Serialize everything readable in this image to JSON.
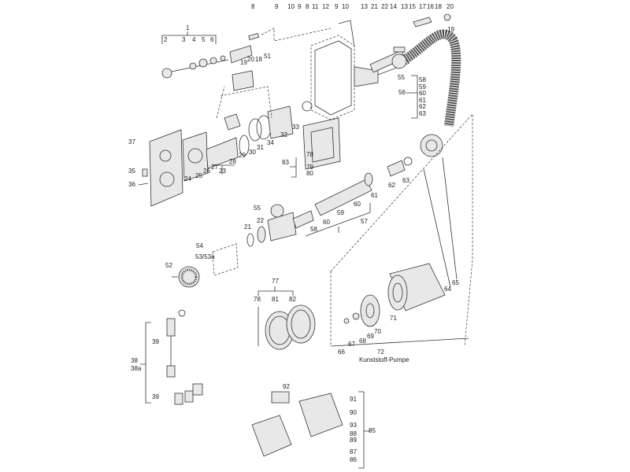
{
  "diagram": {
    "labels_top": [
      "8",
      "9",
      "10",
      "9",
      "8",
      "11",
      "12",
      "9",
      "10",
      "13",
      "21",
      "22",
      "14",
      "13",
      "15",
      "17",
      "16",
      "18",
      "20",
      "19"
    ],
    "labels_group1": [
      "1",
      "2",
      "3",
      "4",
      "5",
      "6"
    ],
    "labels_valve": [
      "19",
      "20",
      "18",
      "51"
    ],
    "labels_hose": [
      "55",
      "58",
      "59",
      "60",
      "61",
      "62",
      "63",
      "56"
    ],
    "labels_flange": [
      "37",
      "35",
      "36",
      "24",
      "25",
      "26",
      "27",
      "23",
      "28",
      "29",
      "30",
      "31",
      "34",
      "32",
      "33"
    ],
    "labels_window": [
      "83",
      "78",
      "79",
      "80"
    ],
    "labels_pipe": [
      "61",
      "62",
      "63",
      "55",
      "60",
      "59",
      "60",
      "58",
      "57",
      "22",
      "21"
    ],
    "labels_strainer": [
      "54",
      "53/53a",
      "52"
    ],
    "labels_lamp": [
      "77",
      "78",
      "81",
      "82"
    ],
    "labels_pump": [
      "64",
      "65",
      "71",
      "70",
      "69",
      "68",
      "67",
      "66",
      "72"
    ],
    "pump_caption": "Kunststoff-Pumpe",
    "labels_switch": [
      "39",
      "38",
      "38a",
      "39"
    ],
    "labels_box": [
      "92",
      "91",
      "90",
      "93",
      "88",
      "89",
      "87",
      "86",
      "85"
    ]
  }
}
